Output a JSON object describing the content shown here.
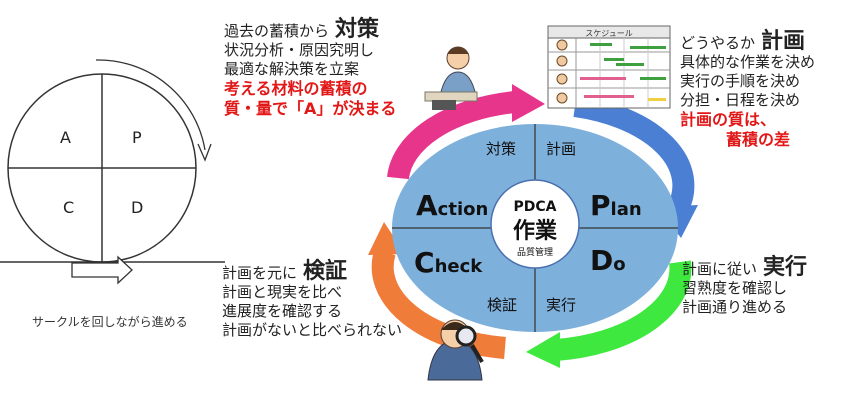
{
  "left_circle": {
    "quadrants": {
      "a": "A",
      "p": "P",
      "c": "C",
      "d": "D"
    },
    "caption": "サークルを回しながら進める"
  },
  "center": {
    "title": "PDCA",
    "main": "作業",
    "sub": "品質管理",
    "labels": {
      "taisaku": "対策",
      "keikaku": "計画",
      "kensho": "検証",
      "jikkou": "実行"
    },
    "action": {
      "cap": "A",
      "rest": "ction"
    },
    "plan": {
      "cap": "P",
      "rest": "lan"
    },
    "check": {
      "cap": "C",
      "rest": "heck"
    },
    "do": {
      "cap": "D",
      "rest": "o"
    }
  },
  "schedule": {
    "header": "スケジュール"
  },
  "blocks": {
    "taisaku": {
      "lead": "過去の蓄積から",
      "title": "対策",
      "lines": [
        "状況分析・原因究明し",
        "最適な解決策を立案"
      ],
      "red": [
        "考える材料の蓄積の",
        "質・量で「A」が決まる"
      ]
    },
    "keikaku": {
      "lead": "どうやるか",
      "title": "計画",
      "lines": [
        "具体的な作業を決め",
        "実行の手順を決め",
        "分担・日程を決め"
      ],
      "red": [
        "計画の質は、",
        "蓄積の差"
      ]
    },
    "jikkou": {
      "lead": "計画に従い",
      "title": "実行",
      "lines": [
        "習熟度を確認し",
        "計画通り進める"
      ]
    },
    "kensho": {
      "lead": "計画を元に",
      "title": "検証",
      "lines": [
        "計画と現実を比べ",
        "進展度を確認する",
        "計画がないと比べられない"
      ]
    }
  },
  "colors": {
    "ellipse": "#7eb0dc",
    "arc_action": "#e8358c",
    "arc_plan": "#4a7fd4",
    "arc_do": "#3ee83e",
    "arc_check": "#f07c3a",
    "accent_red": "#e21818"
  }
}
